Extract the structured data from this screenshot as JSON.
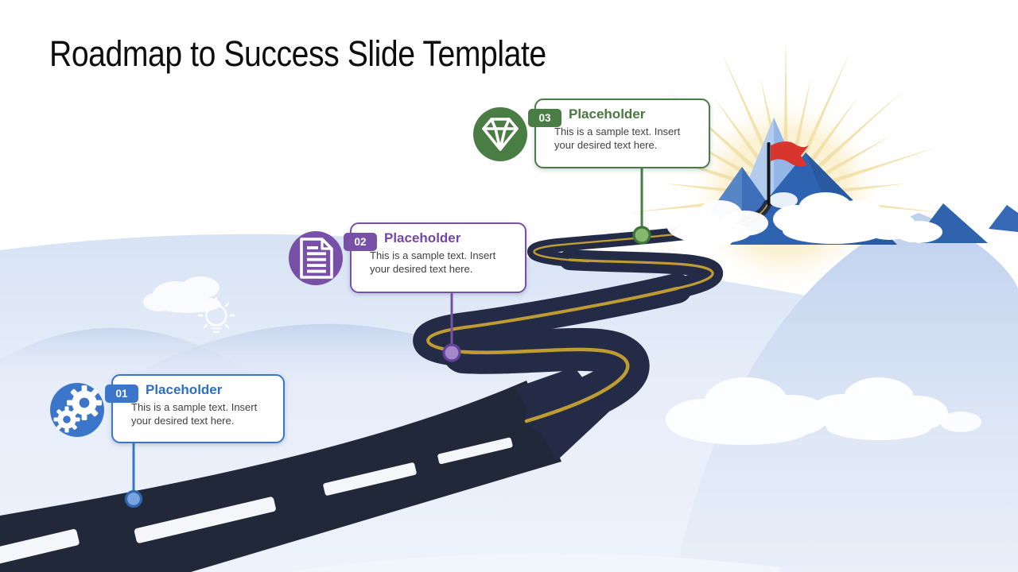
{
  "slide": {
    "title": "Roadmap to Success Slide Template"
  },
  "milestones": [
    {
      "number": "01",
      "label": "Placeholder",
      "description": "This is a sample text. Insert your desired text here.",
      "accent": "#3b76ca",
      "icon": "gears-icon"
    },
    {
      "number": "02",
      "label": "Placeholder",
      "description": "This is a sample text. Insert your desired text here.",
      "accent": "#7950a7",
      "icon": "document-icon"
    },
    {
      "number": "03",
      "label": "Placeholder",
      "description": "This is a sample text. Insert your desired text here.",
      "accent": "#4a7d44",
      "icon": "diamond-icon"
    }
  ],
  "scene": {
    "road_color": "#232b47",
    "road_center_line_color": "#c7a232",
    "road_dash_color": "#f4f6f9",
    "flag_color": "#d8352f",
    "flag_icon": "red-flag-icon",
    "sun_ray_color": "#f1e0a8",
    "idea_icon": "lightbulb-icon",
    "mountain_colors": [
      "#93b6e6",
      "#406fb9",
      "#2e63b1"
    ],
    "hill_color": "#c9d7ef",
    "sky_color": "#ffffff"
  }
}
